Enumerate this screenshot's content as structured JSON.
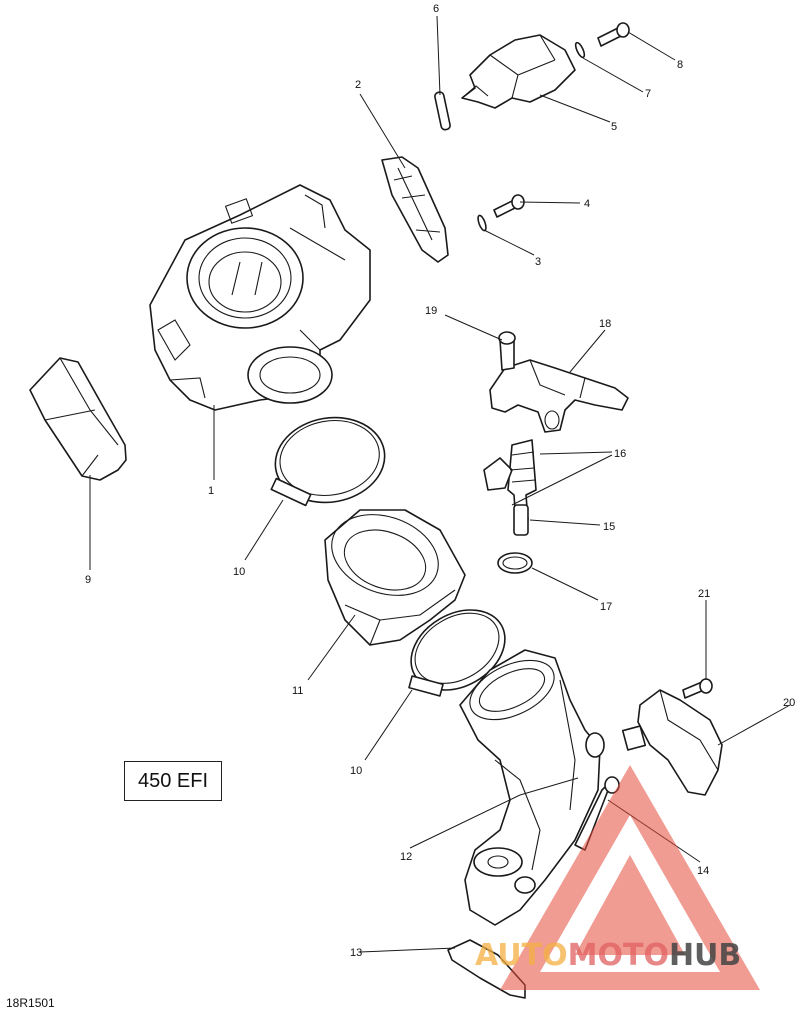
{
  "diagram": {
    "model_label": "450 EFI",
    "reference_code": "18R1501",
    "callouts": {
      "c1": "1",
      "c2": "2",
      "c3": "3",
      "c4": "4",
      "c5": "5",
      "c6": "6",
      "c7": "7",
      "c8": "8",
      "c9": "9",
      "c10a": "10",
      "c10b": "10",
      "c11": "11",
      "c12": "12",
      "c13": "13",
      "c14": "14",
      "c15": "15",
      "c16": "16",
      "c17": "17",
      "c18": "18",
      "c19": "19",
      "c20": "20",
      "c21": "21"
    }
  },
  "watermark": {
    "part1": "AUTO",
    "part2": "MOTO",
    "part3": "HUB",
    "colors": {
      "auto": "#f5b041",
      "moto": "#e06060",
      "hub": "#444444",
      "triangle": "#e74c3c"
    }
  }
}
